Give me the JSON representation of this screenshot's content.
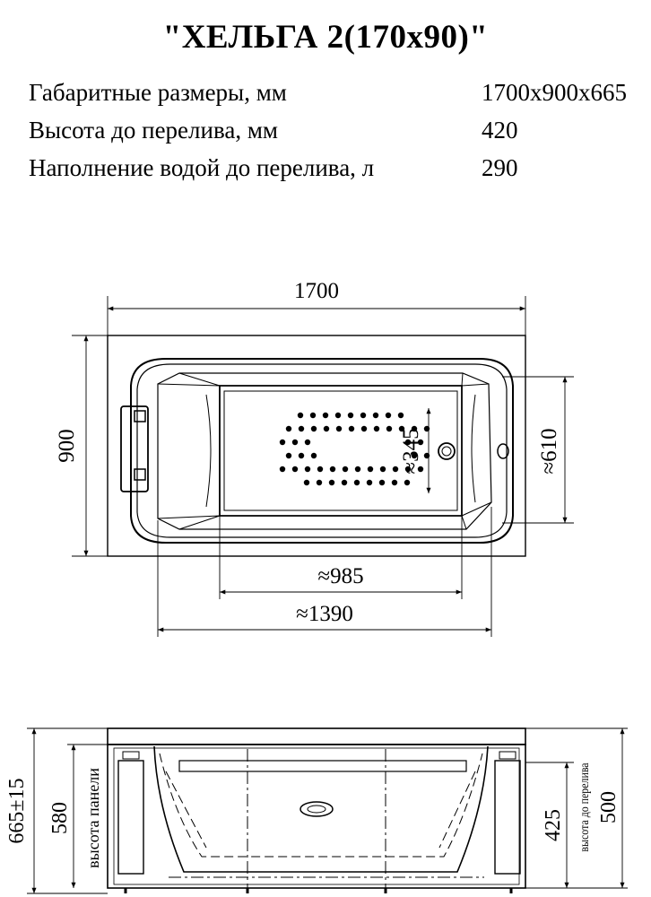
{
  "title": "\"ХЕЛЬГА 2(170х90)\"",
  "specs": [
    {
      "label": "Габаритные размеры, мм",
      "value": "1700х900х665"
    },
    {
      "label": "Высота до перелива, мм",
      "value": "420"
    },
    {
      "label": "Наполнение водой до перелива, л",
      "value": "290"
    }
  ],
  "top_view": {
    "length": "1700",
    "width": "900",
    "hydro_zone_width": "≈345",
    "inner_width": "≈610",
    "hydro_zone_length": "≈985",
    "inner_length": "≈1390"
  },
  "side_view": {
    "total_height": "665±15",
    "panel_height": "580",
    "panel_label": "высота панели",
    "overflow_height": "425",
    "overflow_label": "высота до перелива",
    "height_500": "500"
  }
}
